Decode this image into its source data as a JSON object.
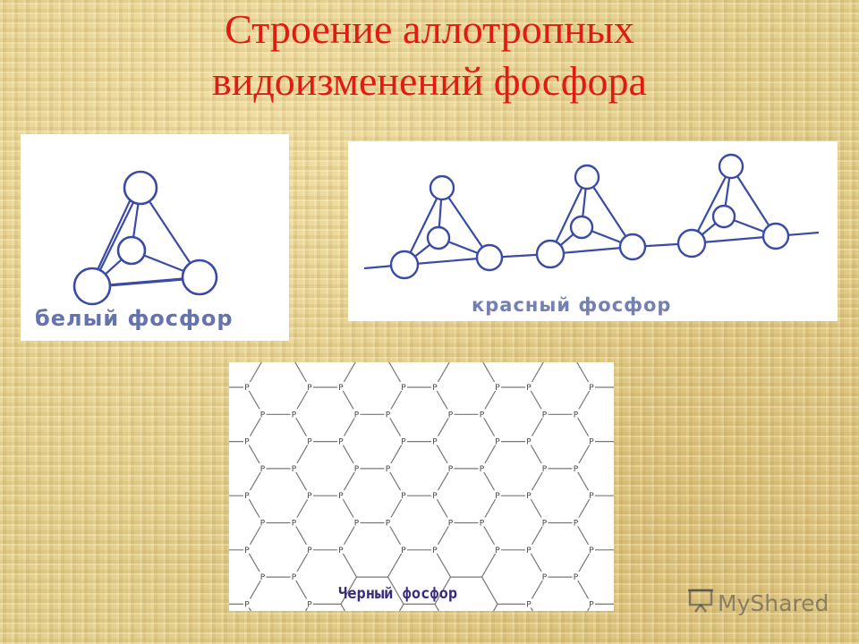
{
  "title": {
    "line1": "Строение аллотропных",
    "line2": "видоизменений фосфора"
  },
  "panels": {
    "white": {
      "label": "белый фосфор"
    },
    "red": {
      "label": "красный фосфор"
    },
    "black": {
      "label": "Черный фосфор",
      "atom_label": "P"
    }
  },
  "watermark": {
    "brand": "MyShared",
    "icon": "presentation-icon"
  },
  "colors": {
    "title": "#e21a12",
    "molecule_stroke": "#3a4ba6",
    "lattice_stroke": "#777777"
  }
}
